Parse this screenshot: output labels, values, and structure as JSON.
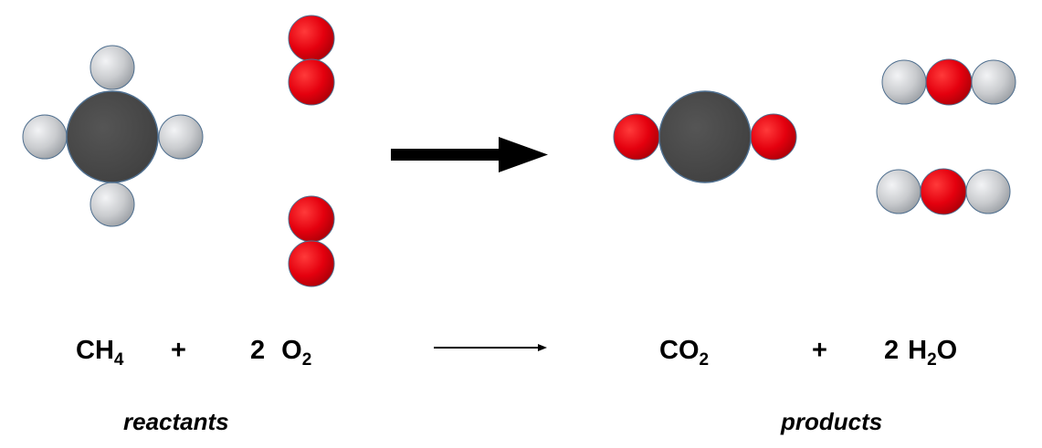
{
  "equation": {
    "reactant_1": {
      "base": "CH",
      "sub": "4"
    },
    "plus_1": "+",
    "reactant_2": {
      "coef": "2",
      "base": "O",
      "sub": "2"
    },
    "product_1": {
      "base": "CO",
      "sub": "2"
    },
    "plus_2": "+",
    "product_2": {
      "coef": "2",
      "base1": "H",
      "sub": "2",
      "base2": "O"
    }
  },
  "labels": {
    "reactants": "reactants",
    "products": "products"
  },
  "colors": {
    "carbon": "#4a4a4a",
    "hydrogen": "#c4c6c9",
    "oxygen": "#e4000e",
    "outline": "#4f6f8f",
    "arrow": "#000000"
  }
}
